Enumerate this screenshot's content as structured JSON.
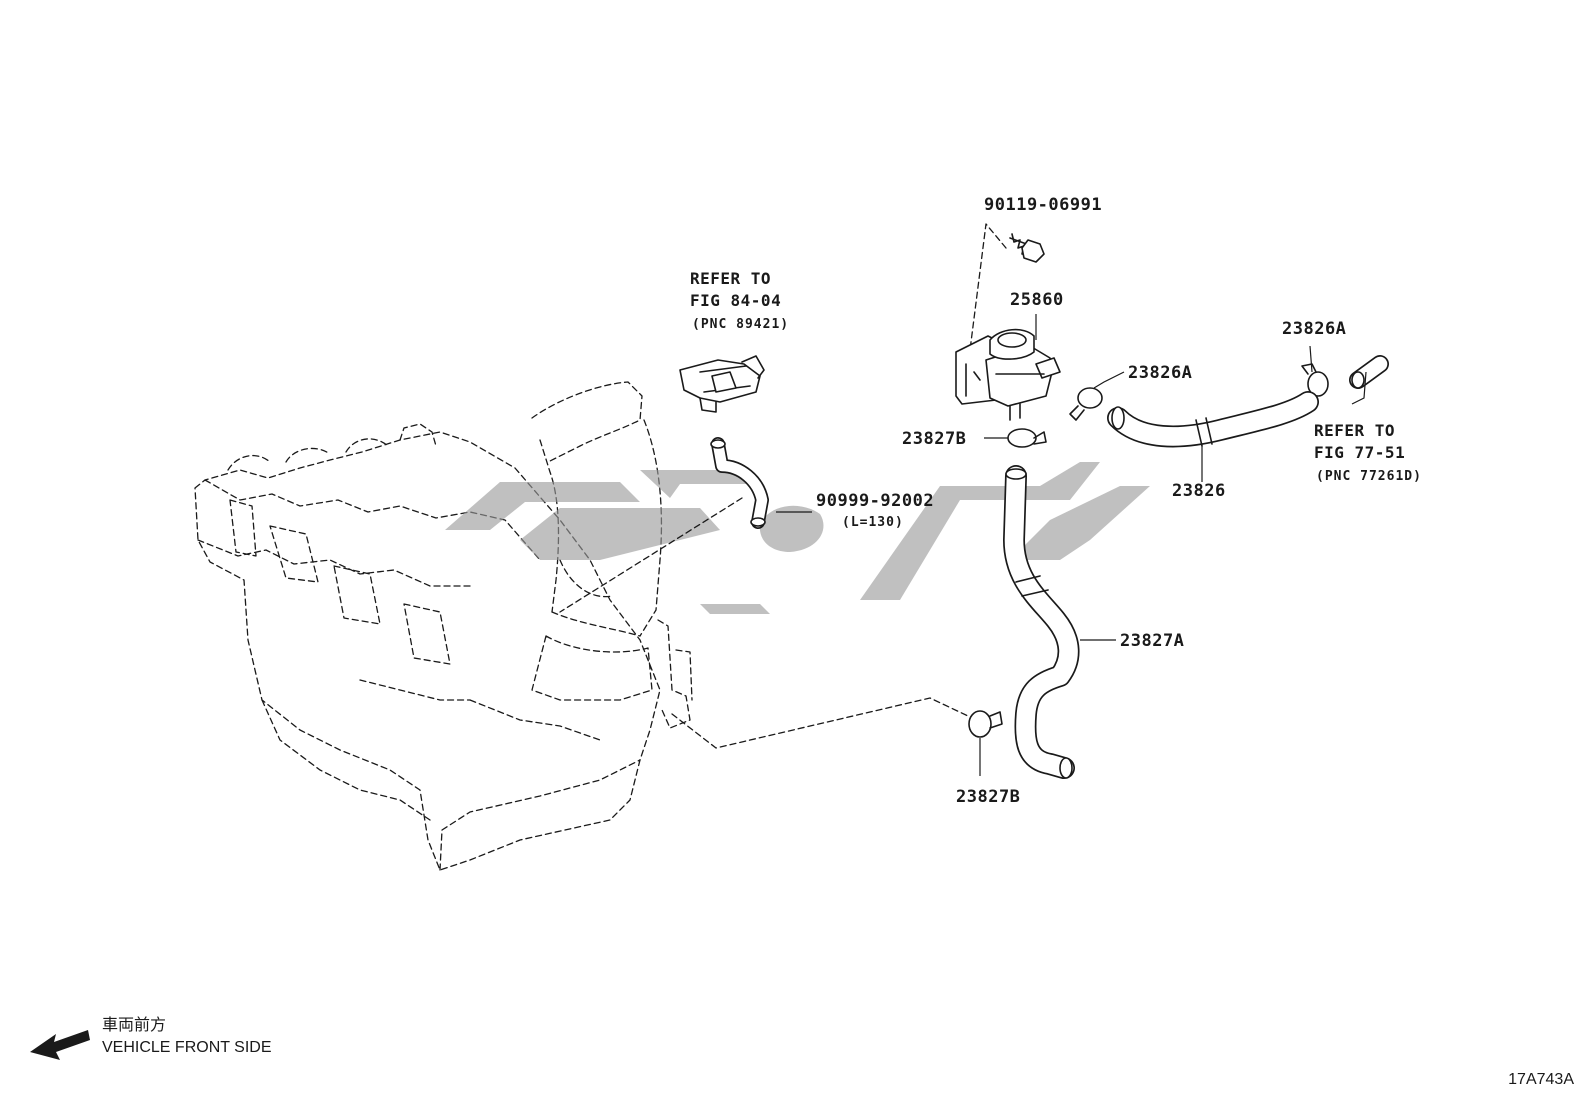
{
  "diagram": {
    "labels": {
      "bolt": "90119-06991",
      "vsv": "25860",
      "clamp_upper_right": "23826A",
      "clamp_far_right": "23826A",
      "clamp_upper_left": "23827B",
      "clamp_lower": "23827B",
      "hose_upper": "23826",
      "hose_lower": "23827A",
      "vac_hose": "90999-92002",
      "vac_hose_length": "(L=130)"
    },
    "refer_left": {
      "line1": "REFER TO",
      "line2": "FIG 84-04",
      "line3": "(PNC 89421)"
    },
    "refer_right": {
      "line1": "REFER TO",
      "line2": "FIG 77-51",
      "line3": "(PNC 77261D)"
    },
    "legend": {
      "japanese": "車両前方",
      "english": "VEHICLE FRONT SIDE"
    },
    "figure_code": "17A743A",
    "colors": {
      "line": "#1a1a1a",
      "watermark": "#9a9a9a",
      "background": "#ffffff"
    }
  }
}
